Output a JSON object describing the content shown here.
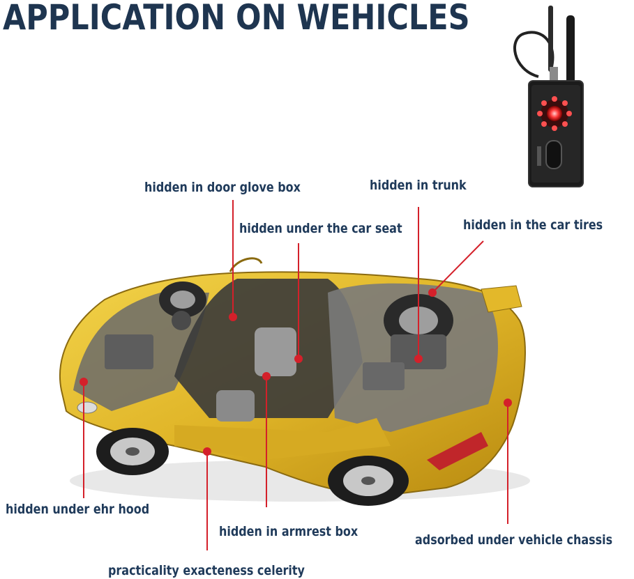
{
  "title": "APPLICATION ON WEHICLES",
  "labels": {
    "door_glove_box": "hidden in door glove box",
    "trunk": "hidden in trunk",
    "car_seat": "hidden under the car seat",
    "car_tires": "hidden in the car tires",
    "hood": "hidden under ehr hood",
    "armrest_box": "hidden in armrest box",
    "chassis": "adsorbed under vehicle chassis",
    "bottom": "practicality exacteness celerity"
  },
  "colors": {
    "title": "#1e3550",
    "label": "#1f3a5a",
    "pointer": "#d4202a",
    "car_body": "#e4bd2e",
    "car_body_dark": "#b98f14"
  },
  "icons": {
    "device": "rf-detector-device-icon",
    "car": "car-cutaway-illustration"
  }
}
